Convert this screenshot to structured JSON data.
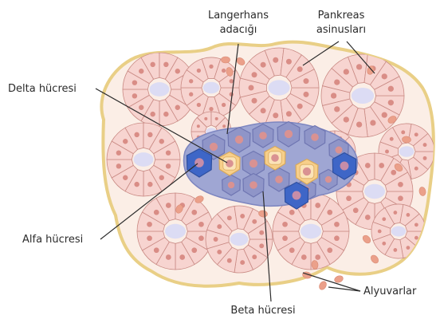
{
  "labels": {
    "langerhans_line1": "Langerhans",
    "langerhans_line2": "adacığı",
    "pankreas_line1": "Pankreas",
    "pankreas_line2": "asinusları",
    "delta": "Delta hücresi",
    "alfa": "Alfa hücresi",
    "beta": "Beta hücresi",
    "alyuvarlar": "Alyuvarlar"
  },
  "colors": {
    "acinar_cell": "#f7d4d0",
    "acinar_border": "#c98a84",
    "nucleus": "#d98d86",
    "lumen": "#dcdcf4",
    "outline": "#e9cf86",
    "islet_fill": "#9fa6d3",
    "beta_cell": "#8f95c8",
    "alfa_cell": "#3e66c7",
    "delta_cell": "#f7cf8a",
    "rbc": "#eba08a"
  }
}
